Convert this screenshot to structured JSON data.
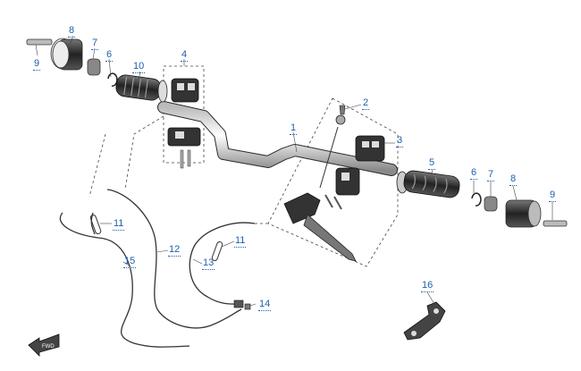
{
  "colors": {
    "callout": "#1c5fae",
    "line": "#2a2a2a",
    "part_dark": "#3a3a3a",
    "part_light": "#cfcfcf"
  },
  "callouts": [
    {
      "id": "c8a",
      "text": "8"
    },
    {
      "id": "c7a",
      "text": "7"
    },
    {
      "id": "c6a",
      "text": "6"
    },
    {
      "id": "c9a",
      "text": "9"
    },
    {
      "id": "c10",
      "text": "10"
    },
    {
      "id": "c4",
      "text": "4"
    },
    {
      "id": "c1",
      "text": "1"
    },
    {
      "id": "c2",
      "text": "2"
    },
    {
      "id": "c3",
      "text": "3"
    },
    {
      "id": "c5",
      "text": "5"
    },
    {
      "id": "c6b",
      "text": "6"
    },
    {
      "id": "c7b",
      "text": "7"
    },
    {
      "id": "c8b",
      "text": "8"
    },
    {
      "id": "c9b",
      "text": "9"
    },
    {
      "id": "c11a",
      "text": "11"
    },
    {
      "id": "c11b",
      "text": "11"
    },
    {
      "id": "c12",
      "text": "12"
    },
    {
      "id": "c13",
      "text": "13"
    },
    {
      "id": "c14",
      "text": "14"
    },
    {
      "id": "c15",
      "text": "15"
    },
    {
      "id": "c16",
      "text": "16"
    }
  ],
  "direction_arrow": {
    "icon": "front-arrow-icon",
    "label": "FWD"
  }
}
